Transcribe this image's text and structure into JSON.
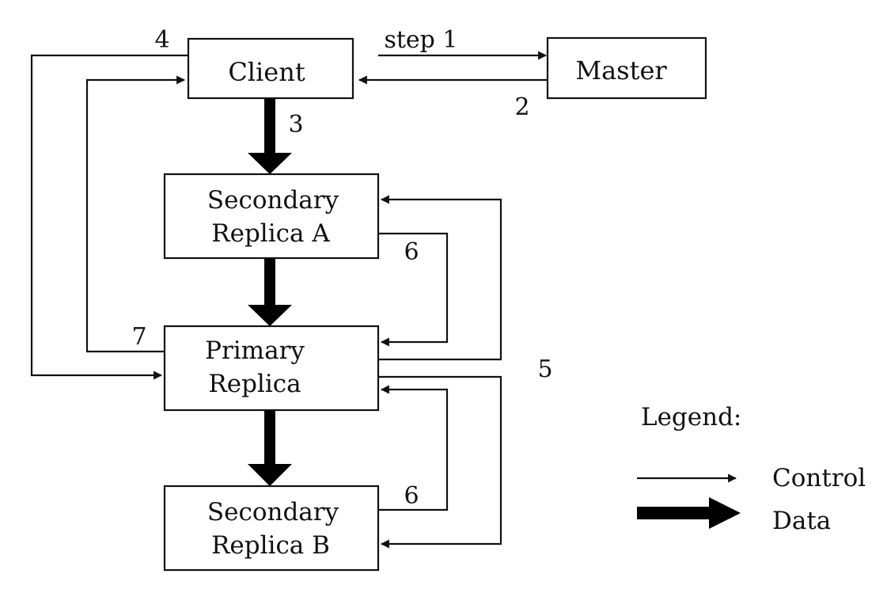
{
  "nodes": {
    "client": [
      "Client"
    ],
    "master": [
      "Master"
    ],
    "secondary_a": [
      "Secondary",
      "Replica A"
    ],
    "primary": [
      "Primary",
      "Replica"
    ],
    "secondary_b": [
      "Secondary",
      "Replica B"
    ]
  },
  "steps": {
    "step1": "step 1",
    "step2": "2",
    "step3": "3",
    "step4": "4",
    "step5": "5",
    "step6a": "6",
    "step6b": "6",
    "step7": "7"
  },
  "legend": {
    "title": "Legend:",
    "control": "Control",
    "data": "Data"
  },
  "colors": {
    "ink": "#111111",
    "background": "#ffffff"
  }
}
